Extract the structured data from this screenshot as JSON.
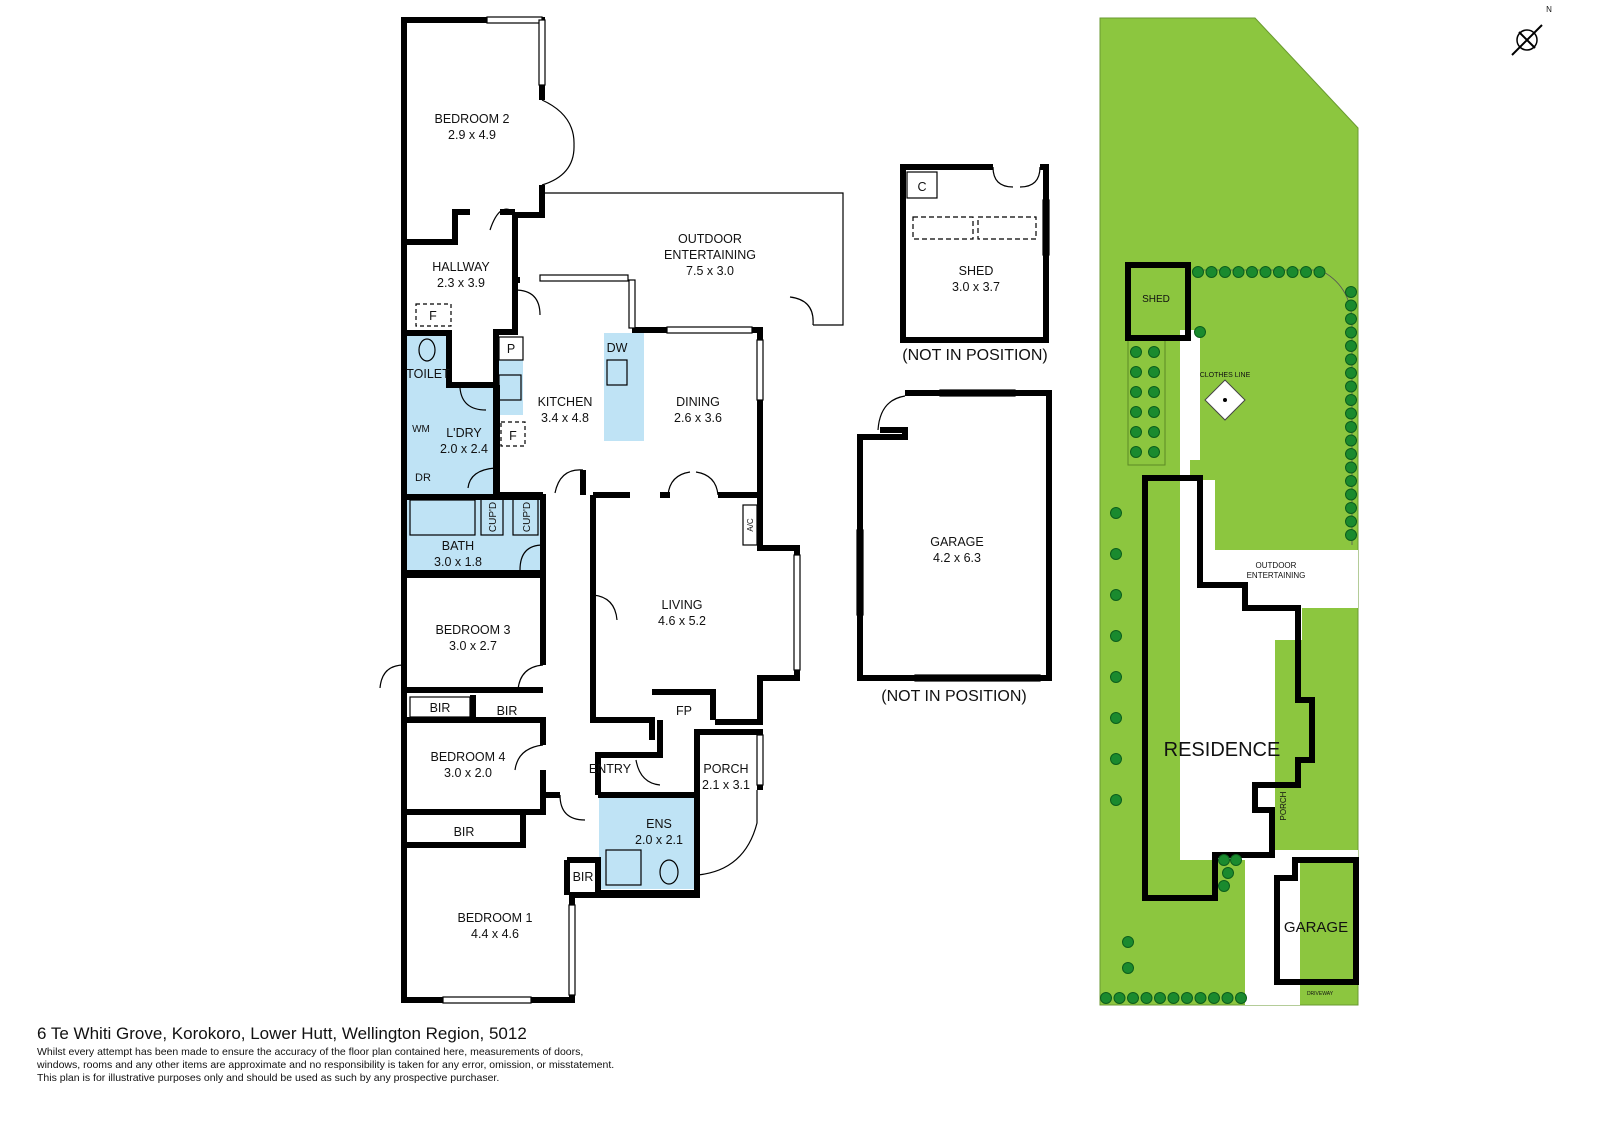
{
  "rooms": {
    "bedroom2": {
      "name": "BEDROOM 2",
      "dims": "2.9 x 4.9"
    },
    "hallway": {
      "name": "HALLWAY",
      "dims": "2.3 x 3.9"
    },
    "outdoor": {
      "name": "OUTDOOR",
      "name2": "ENTERTAINING",
      "dims": "7.5 x 3.0"
    },
    "kitchen": {
      "name": "KITCHEN",
      "dims": "3.4 x 4.8"
    },
    "dining": {
      "name": "DINING",
      "dims": "2.6 x 3.6"
    },
    "toilet": {
      "name": "TOILET"
    },
    "laundry": {
      "name": "L'DRY",
      "dims": "2.0 x 2.4"
    },
    "bath": {
      "name": "BATH",
      "dims": "3.0 x 1.8"
    },
    "living": {
      "name": "LIVING",
      "dims": "4.6 x 5.2"
    },
    "bedroom3": {
      "name": "BEDROOM 3",
      "dims": "3.0 x 2.7"
    },
    "bedroom4": {
      "name": "BEDROOM 4",
      "dims": "3.0 x 2.0"
    },
    "entry": {
      "name": "ENTRY"
    },
    "porch": {
      "name": "PORCH",
      "dims": "2.1 x 3.1"
    },
    "ensuite": {
      "name": "ENS",
      "dims": "2.0 x 2.1"
    },
    "bedroom1": {
      "name": "BEDROOM 1",
      "dims": "4.4 x 4.6"
    },
    "shed": {
      "name": "SHED",
      "dims": "3.0 x 3.7",
      "note": "(NOT IN POSITION)"
    },
    "garage": {
      "name": "GARAGE",
      "dims": "4.2 x 6.3",
      "note": "(NOT IN POSITION)"
    }
  },
  "fixtures": {
    "f": "F",
    "p": "P",
    "dw": "DW",
    "wm": "WM",
    "dr": "DR",
    "cupd": "CUP'D",
    "ac": "A/C",
    "fp": "FP",
    "bir": "BIR",
    "c": "C"
  },
  "site": {
    "shed": "SHED",
    "clothes_line": "CLOTHES LINE",
    "outdoor": "OUTDOOR",
    "outdoor2": "ENTERTAINING",
    "residence": "RESIDENCE",
    "porch": "PORCH",
    "garage": "GARAGE",
    "driveway": "DRIVEWAY",
    "north": "N"
  },
  "footer": {
    "address": "6 Te Whiti Grove, Korokoro, Lower Hutt, Wellington Region, 5012",
    "disclaimer": [
      "Whilst every attempt has been made to ensure the accuracy of the floor plan contained here, measurements of doors,",
      "windows, rooms and any other items are approximate and no responsibility is taken for any error, omission, or misstatement.",
      "This plan is for illustrative purposes only and should be used as such by any prospective purchaser."
    ]
  },
  "colors": {
    "lawn": "#8cc63f",
    "building": "#e3c6ad",
    "wet_area": "#bfe3f5",
    "tree": "#1a8a2e"
  }
}
